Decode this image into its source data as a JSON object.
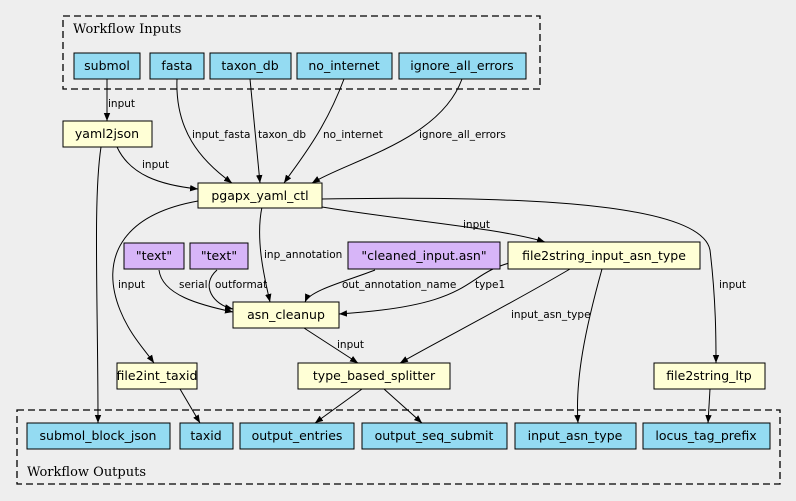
{
  "colors": {
    "background": "#eeeeee",
    "io_node": "#94dbf2",
    "step_node": "#ffffd6",
    "literal_node": "#d7b5f8",
    "stroke": "#000000"
  },
  "clusters": {
    "inputs": "Workflow Inputs",
    "outputs": "Workflow Outputs"
  },
  "nodes": {
    "submol": "submol",
    "fasta": "fasta",
    "taxon_db": "taxon_db",
    "no_internet": "no_internet",
    "ignore_all_errors": "ignore_all_errors",
    "yaml2json": "yaml2json",
    "pgapx_yaml_ctl": "pgapx_yaml_ctl",
    "text1": "\"text\"",
    "text2": "\"text\"",
    "cleaned_input": "\"cleaned_input.asn\"",
    "file2string_input_asn_type": "file2string_input_asn_type",
    "asn_cleanup": "asn_cleanup",
    "file2int_taxid": "file2int_taxid",
    "type_based_splitter": "type_based_splitter",
    "file2string_ltp": "file2string_ltp",
    "submol_block_json": "submol_block_json",
    "taxid": "taxid",
    "output_entries": "output_entries",
    "output_seq_submit": "output_seq_submit",
    "input_asn_type": "input_asn_type",
    "locus_tag_prefix": "locus_tag_prefix"
  },
  "edges": {
    "submol_yaml2json": "input",
    "fasta_pgapx": "input_fasta",
    "taxondb_pgapx": "taxon_db",
    "nointernet_pgapx": "no_internet",
    "ignore_pgapx": "ignore_all_errors",
    "yaml2json_pgapx": "input",
    "pgapx_f2s_input": "input",
    "pgapx_asn_cleanup": "inp_annotation",
    "pgapx_f2i_taxid": "input",
    "pgapx_f2s_ltp": "input",
    "text1_asn_cleanup": "serial",
    "text2_asn_cleanup": "outformat",
    "cleaned_asn_cleanup": "out_annotation_name",
    "f2s_input_asn_cleanup": "type1",
    "f2s_input_splitter": "input_asn_type",
    "asn_cleanup_splitter": "input"
  }
}
